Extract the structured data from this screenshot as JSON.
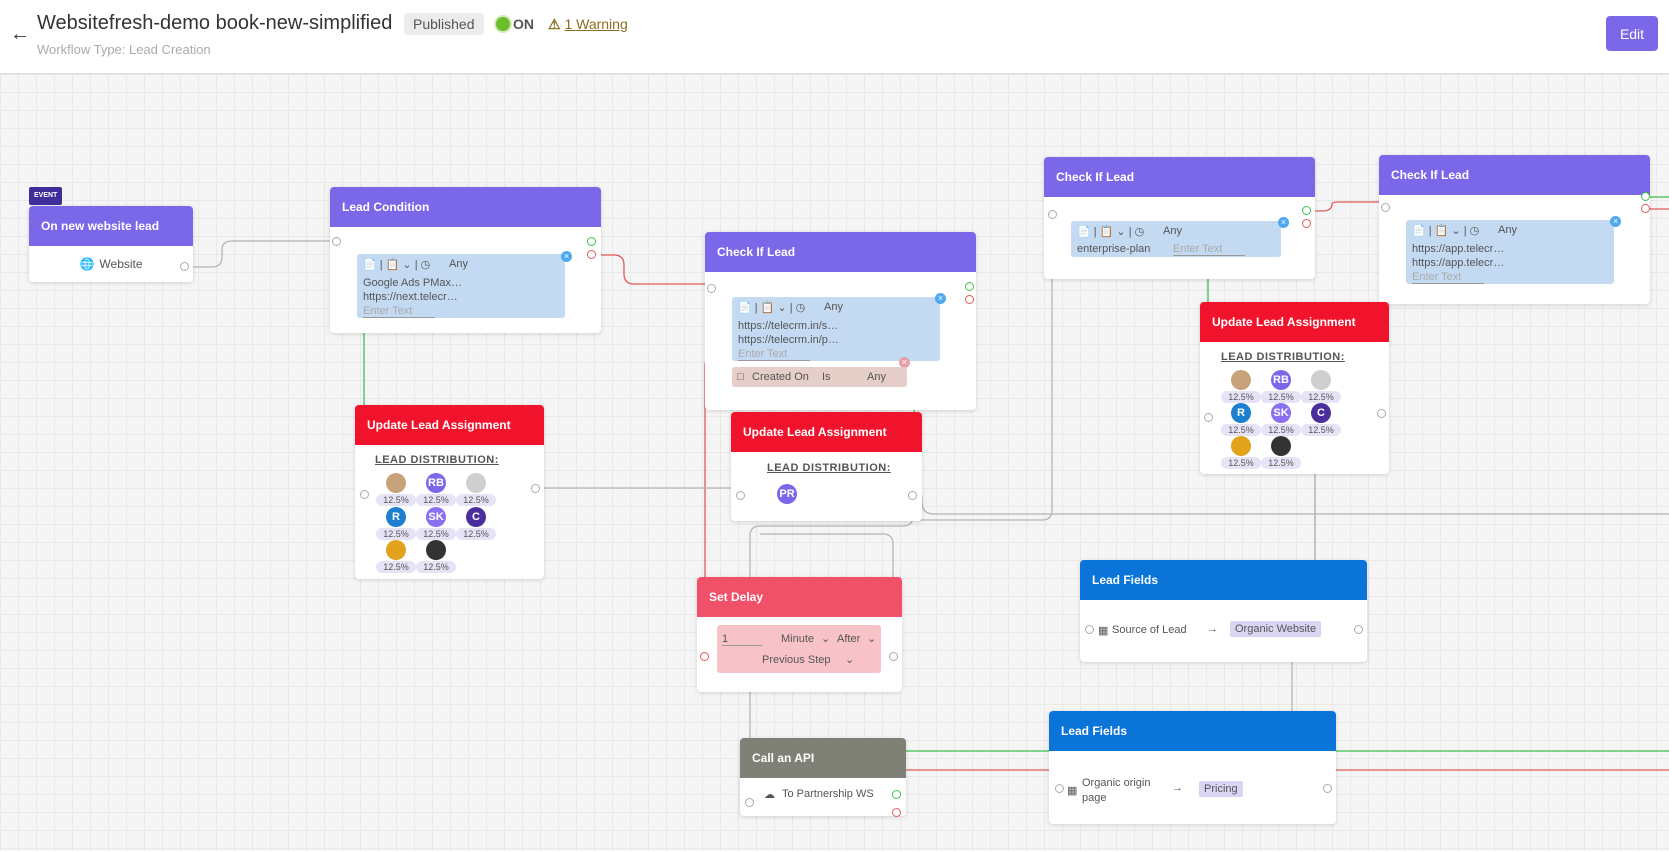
{
  "header": {
    "back_icon": "arrow-left-icon",
    "title": "Websitefresh-demo book-new-simplified",
    "status_badge": "Published",
    "toggle_state": "ON",
    "warning_icon": "warning-triangle-icon",
    "warning_link": "1 Warning",
    "workflow_type": "Workflow Type: Lead Creation",
    "edit_button": "Edit"
  },
  "colors": {
    "accent": "#7a68e8",
    "danger": "#f0132b",
    "delay": "#f05068",
    "fields": "#0a74d8",
    "api": "#7f8076",
    "yes_wire": "#3cbf4a",
    "no_wire": "#e05a5a"
  },
  "nodes": {
    "event": {
      "tag": "EVENT",
      "title": "On new website lead",
      "source_icon": "globe-icon",
      "source": "Website"
    },
    "lead_condition": {
      "title": "Lead Condition",
      "match": "Any",
      "values": [
        "Google Ads PMax…",
        "https://next.telecr…"
      ],
      "placeholder": "Enter Text"
    },
    "check_if_lead_1": {
      "title": "Check If Lead",
      "match": "Any",
      "values": [
        "https://telecrm.in/s…",
        "https://telecrm.in/p…"
      ],
      "placeholder": "Enter Text",
      "extra_condition": {
        "field": "Created On",
        "operator": "Is",
        "value": "Any"
      }
    },
    "check_if_lead_2": {
      "title": "Check If Lead",
      "match": "Any",
      "values": [
        "enterprise-plan"
      ],
      "placeholder": "Enter Text"
    },
    "check_if_lead_3": {
      "title": "Check If Lead",
      "match": "Any",
      "values": [
        "https://app.telecr…",
        "https://app.telecr…"
      ],
      "placeholder": "Enter Text"
    },
    "update_assignment_1": {
      "title": "Update Lead Assignment",
      "distribution_label": "LEAD DISTRIBUTION:",
      "members": [
        {
          "initials": "",
          "percent": "12.5%",
          "color": "#c8a27a"
        },
        {
          "initials": "RB",
          "percent": "12.5%",
          "color": "#7a68e8"
        },
        {
          "initials": "",
          "percent": "12.5%",
          "color": "#cfcfcf"
        },
        {
          "initials": "R",
          "percent": "12.5%",
          "color": "#1e7fd0"
        },
        {
          "initials": "SK",
          "percent": "12.5%",
          "color": "#8a6ff0"
        },
        {
          "initials": "C",
          "percent": "12.5%",
          "color": "#4a2e9e"
        },
        {
          "initials": "",
          "percent": "12.5%",
          "color": "#e2a21c"
        },
        {
          "initials": "",
          "percent": "12.5%",
          "color": "#333333"
        }
      ]
    },
    "update_assignment_2": {
      "title": "Update Lead Assignment",
      "distribution_label": "LEAD DISTRIBUTION:",
      "members": [
        {
          "initials": "PR",
          "percent": "",
          "color": "#7a68e8"
        }
      ]
    },
    "update_assignment_3": {
      "title": "Update Lead Assignment",
      "distribution_label": "LEAD DISTRIBUTION:",
      "members": [
        {
          "initials": "",
          "percent": "12.5%",
          "color": "#c8a27a"
        },
        {
          "initials": "RB",
          "percent": "12.5%",
          "color": "#7a68e8"
        },
        {
          "initials": "",
          "percent": "12.5%",
          "color": "#cfcfcf"
        },
        {
          "initials": "R",
          "percent": "12.5%",
          "color": "#1e7fd0"
        },
        {
          "initials": "SK",
          "percent": "12.5%",
          "color": "#8a6ff0"
        },
        {
          "initials": "C",
          "percent": "12.5%",
          "color": "#4a2e9e"
        },
        {
          "initials": "",
          "percent": "12.5%",
          "color": "#e2a21c"
        },
        {
          "initials": "",
          "percent": "12.5%",
          "color": "#333333"
        }
      ]
    },
    "set_delay": {
      "title": "Set Delay",
      "amount": "1",
      "unit": "Minute",
      "relation": "After",
      "reference": "Previous Step"
    },
    "lead_fields_1": {
      "title": "Lead Fields",
      "field": "Source of Lead",
      "value": "Organic Website"
    },
    "lead_fields_2": {
      "title": "Lead Fields",
      "field_line1": "Organic origin",
      "field_line2": "page",
      "value": "Pricing"
    },
    "call_api": {
      "title": "Call an API",
      "api_icon": "cloud-icon",
      "target": "To Partnership WS"
    }
  }
}
